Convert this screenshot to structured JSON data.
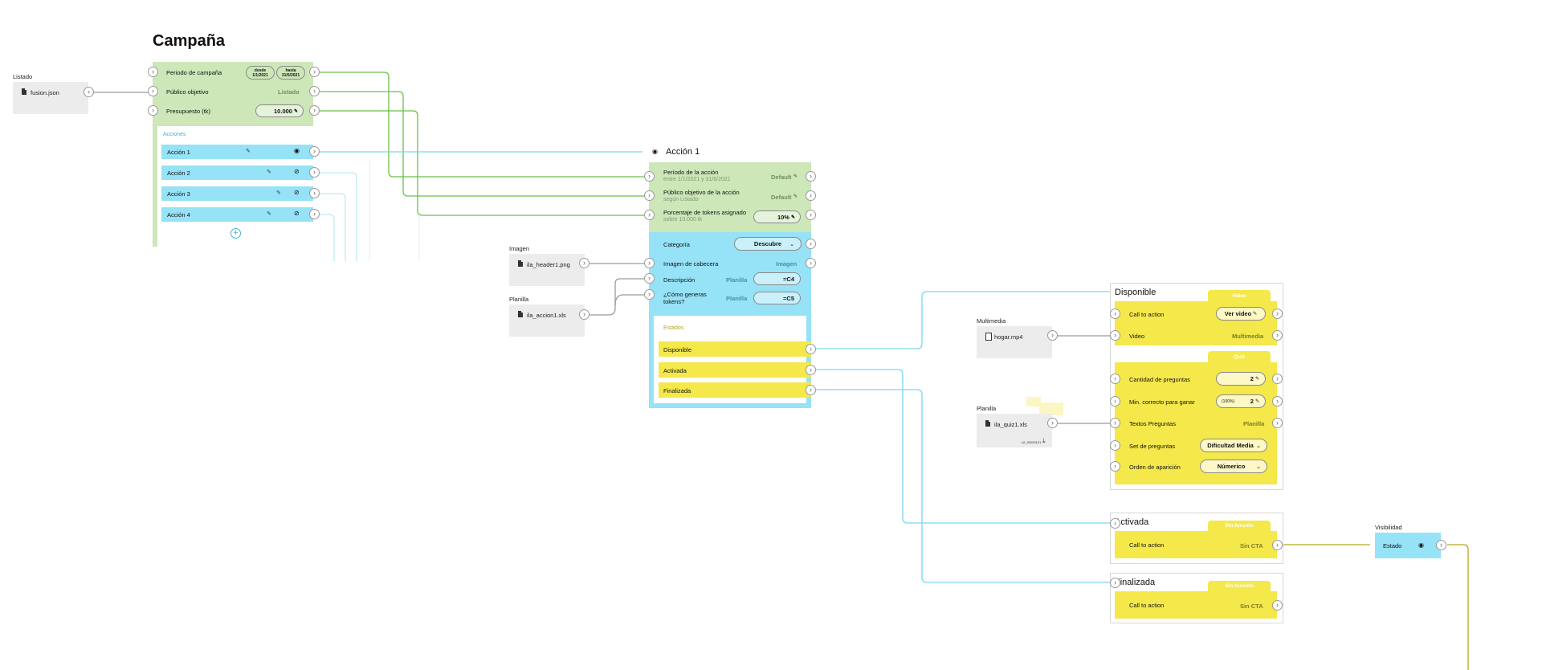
{
  "campaign": {
    "title": "Campaña",
    "rows": [
      {
        "label": "Periodo de campaña",
        "from_caption": "desde",
        "from_date": "1/1/2021",
        "to_caption": "hasta",
        "to_date": "31/6/2021"
      },
      {
        "label": "Público objetivo",
        "value": "Listado"
      },
      {
        "label": "Presupuesto (tk)",
        "value": "10.000"
      }
    ],
    "actions_header": "Acciones",
    "actions": [
      "Acción 1",
      "Acción 2",
      "Acción 3",
      "Acción 4"
    ],
    "add_label": "+"
  },
  "inputs": {
    "listado": {
      "label": "Listado",
      "file": "fusion.json"
    },
    "imagen": {
      "label": "Imagen",
      "file": "ila_header1.png"
    },
    "planilla_accion": {
      "label": "Planilla",
      "file": "ila_accion1.xls"
    },
    "multimedia": {
      "label": "Multimedia",
      "file": "hogar.mp4"
    },
    "planilla_quiz": {
      "label": "Planilla",
      "file": "ila_quiz1.xls",
      "version": "v2_20220121"
    }
  },
  "action_detail": {
    "title": "Acción 1",
    "rows": [
      {
        "label": "Período de la acción",
        "sub": "entre 1/1/2021 y 31/6/2021",
        "value": "Default"
      },
      {
        "label": "Público objetivo de la acción",
        "sub": "según Listado",
        "value": "Default"
      },
      {
        "label": "Porcentaje de tokens asignado",
        "sub": "sobre 10.000 tk",
        "value": "10%"
      }
    ],
    "config": [
      {
        "label": "Categoría",
        "value": "Descubre"
      },
      {
        "label": "Imagen de cabecera",
        "value": "Imagen"
      },
      {
        "label": "Descripción",
        "source": "Planilla",
        "value": "=C4"
      },
      {
        "label": "¿Cómo generas tokens?",
        "source": "Planilla",
        "value": "=C5"
      }
    ],
    "states_header": "Estados",
    "states": [
      "Disponible",
      "Activada",
      "Finalizada"
    ]
  },
  "disponible": {
    "title": "Disponible",
    "video_tag": "Video",
    "video_rows": [
      {
        "label": "Call to action",
        "value": "Ver video"
      },
      {
        "label": "Video",
        "value": "Multimedia"
      }
    ],
    "quiz_tag": "Quiz",
    "quiz_rows": [
      {
        "label": "Cantidad de preguntas",
        "value": "2"
      },
      {
        "label": "Min. correcto para ganar",
        "hint": "(100%)",
        "value": "2"
      },
      {
        "label": "Textos Preguntas",
        "value": "Planilla"
      },
      {
        "label": "Set de preguntas",
        "value": "Dificultad Media"
      },
      {
        "label": "Orden de aparición",
        "value": "Númerico"
      }
    ]
  },
  "activada": {
    "title": "Activada",
    "tag": "Sin función",
    "row_label": "Call to action",
    "row_value": "Sin CTA"
  },
  "finalizada": {
    "title": "Finalizada",
    "tag": "Sin función",
    "row_label": "Call to action",
    "row_value": "Sin CTA"
  },
  "visibilidad": {
    "label": "Visibilidad",
    "row_label": "Estado"
  },
  "colors": {
    "green_panel": "#cde7b9",
    "cyan_panel": "#96e2f7",
    "yellow_panel": "#f4e84b",
    "green_wire": "#6cc04a",
    "cyan_wire": "#7ad6ef",
    "olive_wire": "#b5a91c",
    "gray_wire": "#9a9a9a"
  },
  "icons": [
    "file-icon",
    "video-file-icon",
    "eye-icon",
    "eye-off-icon",
    "pencil-icon",
    "arrow-right-icon",
    "chevron-down-icon",
    "download-icon",
    "plus-icon",
    "sticky-note-icon"
  ]
}
